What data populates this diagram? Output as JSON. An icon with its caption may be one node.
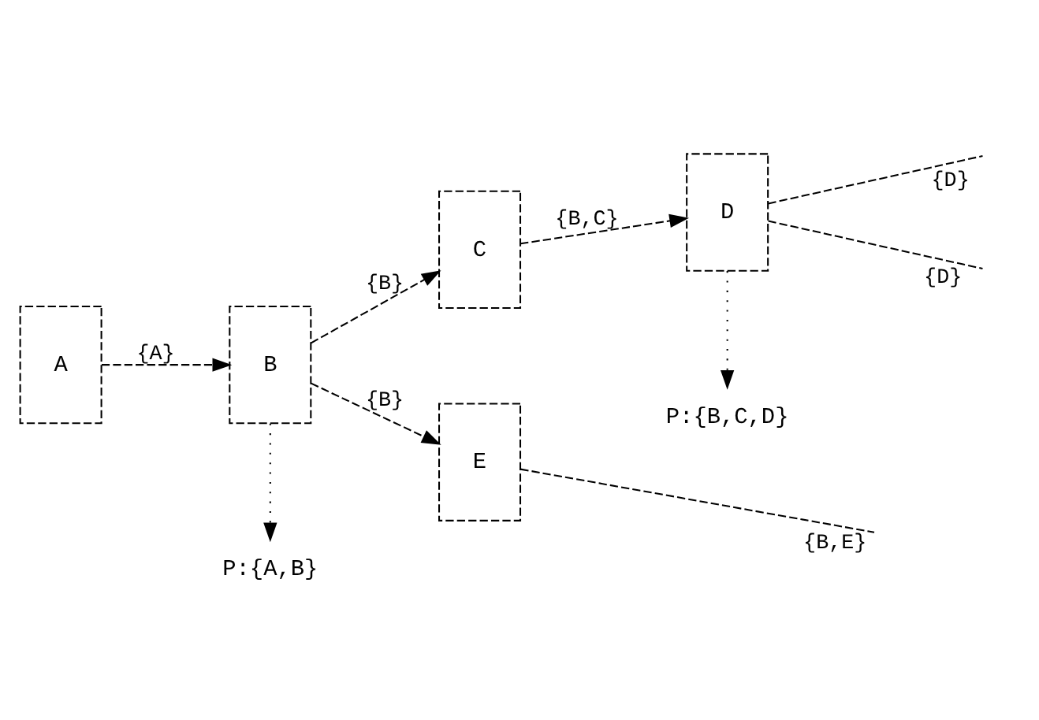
{
  "diagram": {
    "nodes": [
      {
        "text": [
          "A"
        ]
      },
      {
        "text": [
          "B"
        ]
      },
      {
        "text": [
          "C"
        ]
      },
      {
        "text": [
          "D"
        ]
      },
      {
        "text": [
          "E"
        ]
      },
      {
        "text": [
          "P:{A,B}"
        ]
      },
      {
        "text": [
          "P:{B,C,D}"
        ]
      }
    ],
    "edges": [
      {
        "from": 0,
        "to": 1,
        "arrow": "to",
        "label": "{A}"
      },
      {
        "from": 1,
        "to": 5,
        "arrow": "to",
        "style": "dashed"
      },
      {
        "from": 1,
        "to": 2,
        "arrow": "to",
        "label": "{B}"
      },
      {
        "from": 1,
        "to": 4,
        "arrow": "to",
        "label": "{B}"
      },
      {
        "from": 2,
        "to": 3,
        "arrow": "to",
        "label": "{B,C}"
      },
      {
        "from": 3,
        "to": 6,
        "arrow": "to",
        "style": "dashed"
      },
      {
        "from": 3,
        "to": null,
        "arrow": "none",
        "label": "{D}"
      },
      {
        "from": 3,
        "to": null,
        "arrow": "none",
        "label": "{D}"
      },
      {
        "from": 4,
        "to": null,
        "arrow": "none",
        "label": "{B,E}"
      }
    ]
  }
}
